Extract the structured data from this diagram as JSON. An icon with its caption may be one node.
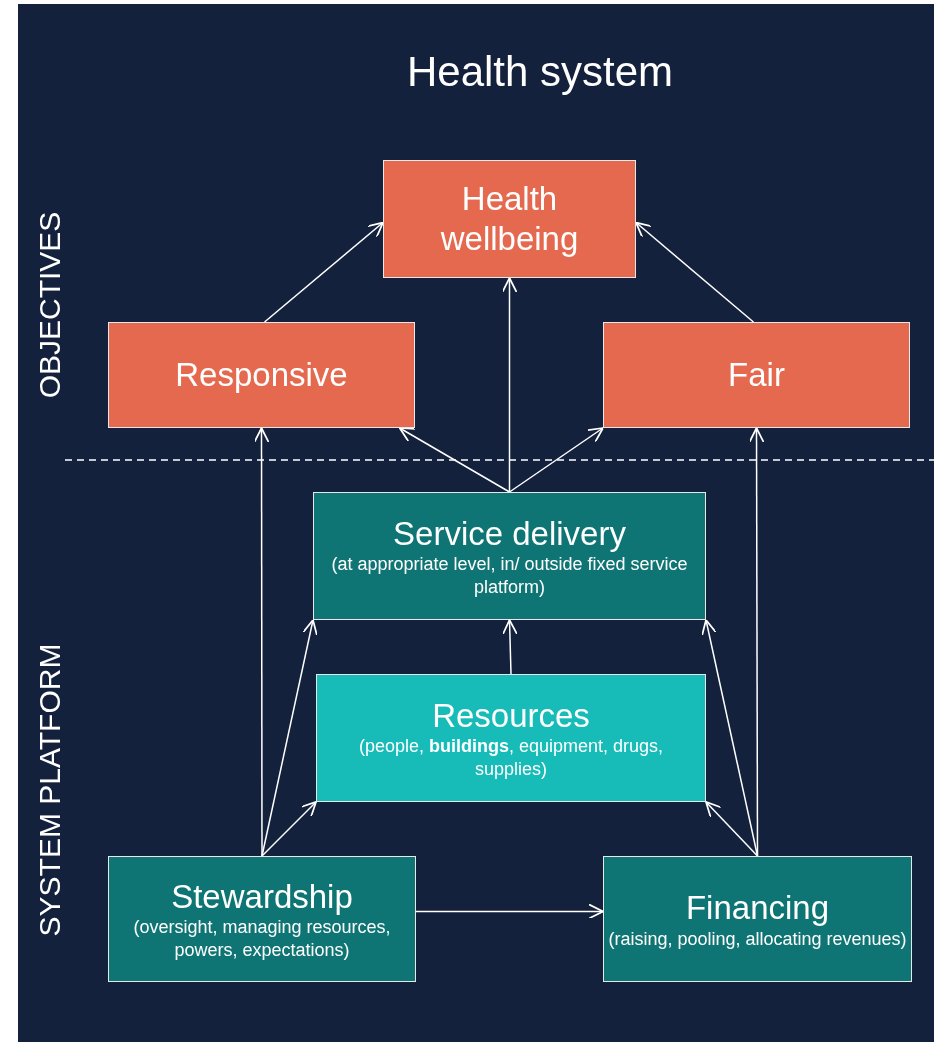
{
  "diagram": {
    "title": "Health system",
    "nodes": [
      {
        "text": [
          "Health wellbeing"
        ]
      },
      {
        "text": [
          "Responsive"
        ]
      },
      {
        "text": [
          "Fair"
        ]
      },
      {
        "text": [
          "Service delivery",
          "(at appropriate level, in/ outside fixed service platform)"
        ]
      },
      {
        "text": [
          "Resources",
          "(people, **buildings**, equipment, drugs, supplies)"
        ]
      },
      {
        "text": [
          "Stewardship",
          "(oversight, managing resources, powers, expectations)"
        ]
      },
      {
        "text": [
          "Financing",
          "(raising, pooling, allocating revenues)"
        ]
      }
    ],
    "edges": [
      {
        "from": 1,
        "to": 0,
        "arrow": "to"
      },
      {
        "from": 2,
        "to": 0,
        "arrow": "to"
      },
      {
        "from": 3,
        "to": 0,
        "arrow": "to"
      },
      {
        "from": 3,
        "to": 1,
        "arrow": "to"
      },
      {
        "from": 3,
        "to": 2,
        "arrow": "to"
      },
      {
        "from": 5,
        "to": 1,
        "arrow": "to"
      },
      {
        "from": 6,
        "to": 2,
        "arrow": "to"
      },
      {
        "from": 5,
        "to": 3,
        "arrow": "to"
      },
      {
        "from": 5,
        "to": 4,
        "arrow": "to"
      },
      {
        "from": 4,
        "to": 3,
        "arrow": "to"
      },
      {
        "from": 6,
        "to": 3,
        "arrow": "to"
      },
      {
        "from": 6,
        "to": 4,
        "arrow": "to"
      },
      {
        "from": 5,
        "to": 6,
        "arrow": "to"
      }
    ],
    "labels": [
      "OBJECTIVES",
      "SYSTEM PLATFORM"
    ]
  }
}
